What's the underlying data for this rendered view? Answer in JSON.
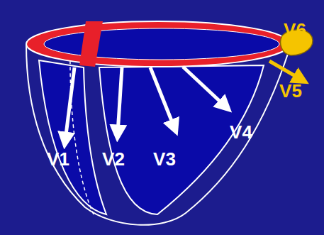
{
  "diagram": {
    "labels": [
      "V6",
      "V5",
      "V4",
      "V1",
      "V2",
      "V3"
    ]
  }
}
